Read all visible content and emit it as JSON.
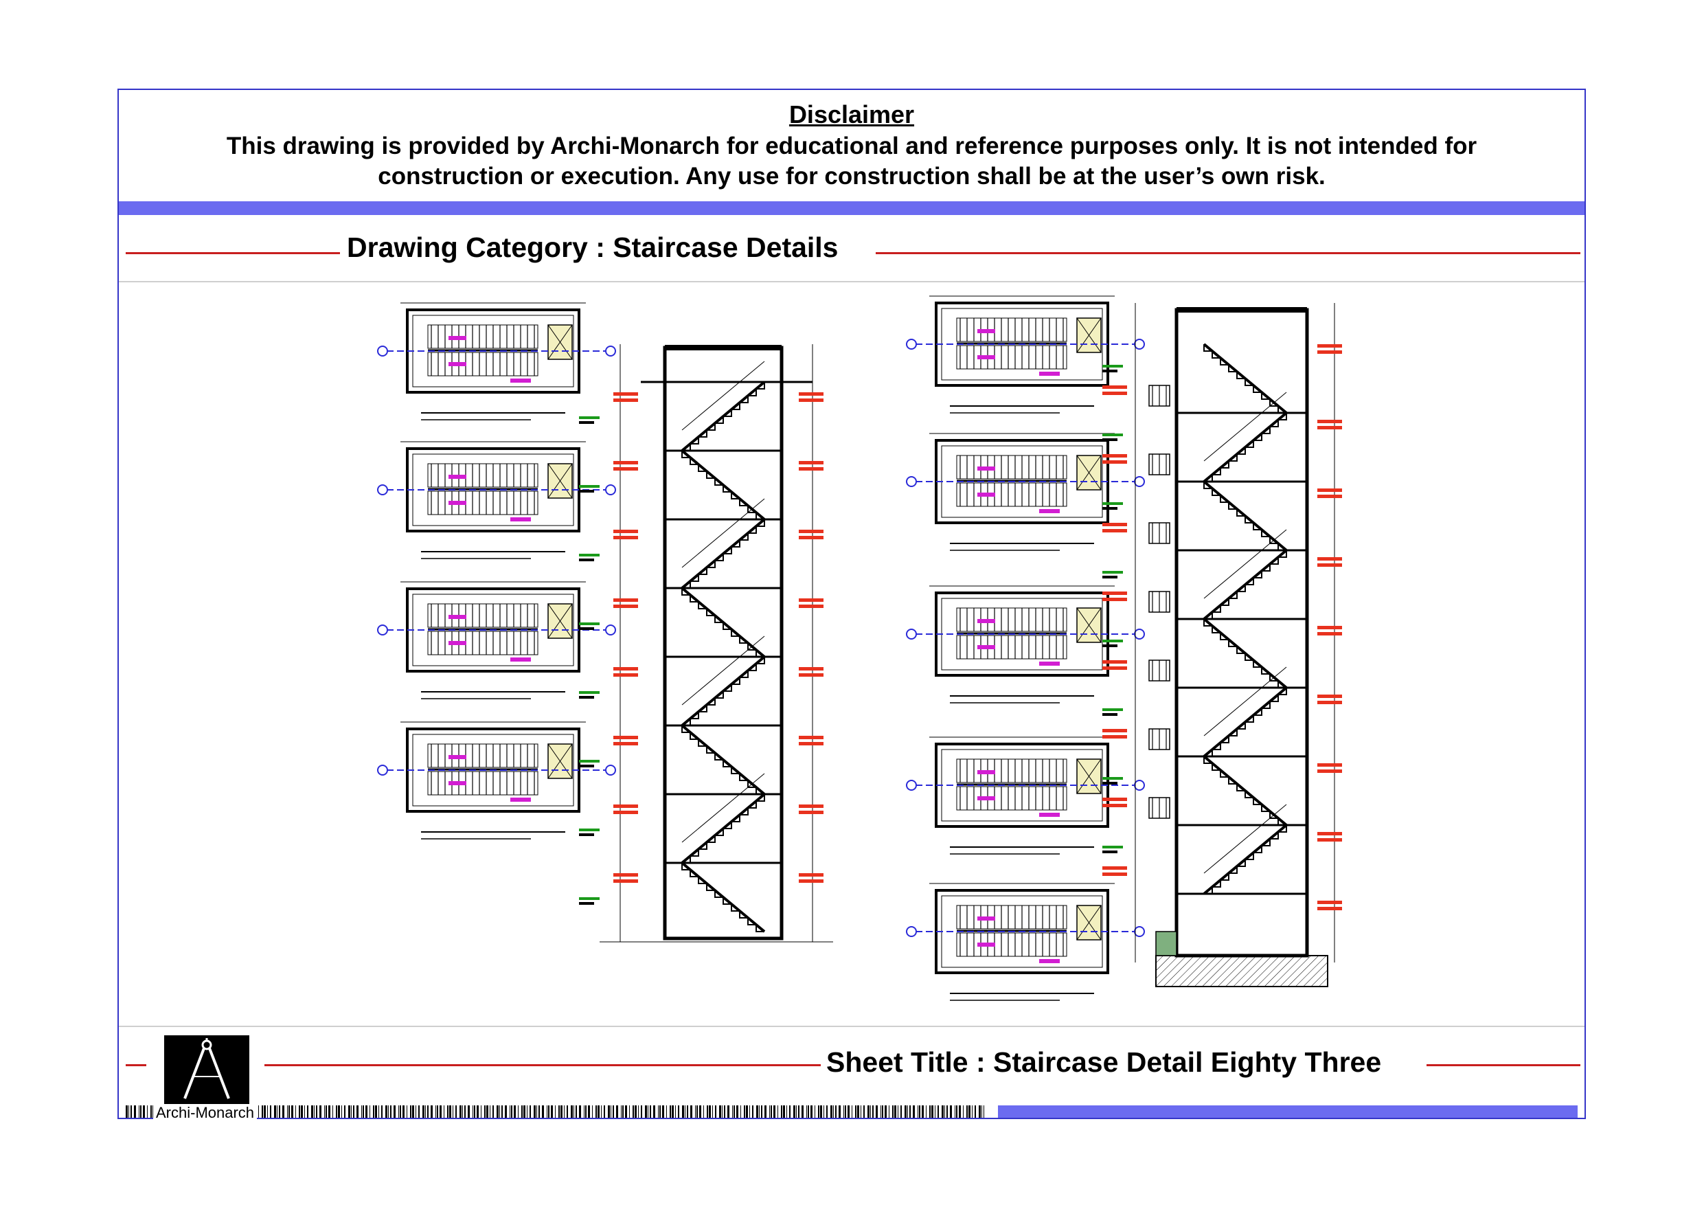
{
  "disclaimer": {
    "title": "Disclaimer",
    "text": "This drawing is provided by Archi-Monarch for educational and reference purposes only. It is not intended for construction or execution. Any use for construction shall be at the user’s own risk."
  },
  "category": {
    "title": "Drawing Category : Staircase Details"
  },
  "sheet": {
    "title": "Sheet Title : Staircase Detail Eighty Three"
  },
  "brand": {
    "name": "Archi-Monarch",
    "logo_icon": "compass-divider-icon"
  },
  "colors": {
    "frame": "#3535c8",
    "accent_bar": "#6b6bf0",
    "rule": "#c81e1e",
    "annotation_red": "#e8321e",
    "annotation_green": "#1a9a1a",
    "annotation_magenta": "#d21ed2",
    "grid_blue": "#2a2ad8"
  }
}
